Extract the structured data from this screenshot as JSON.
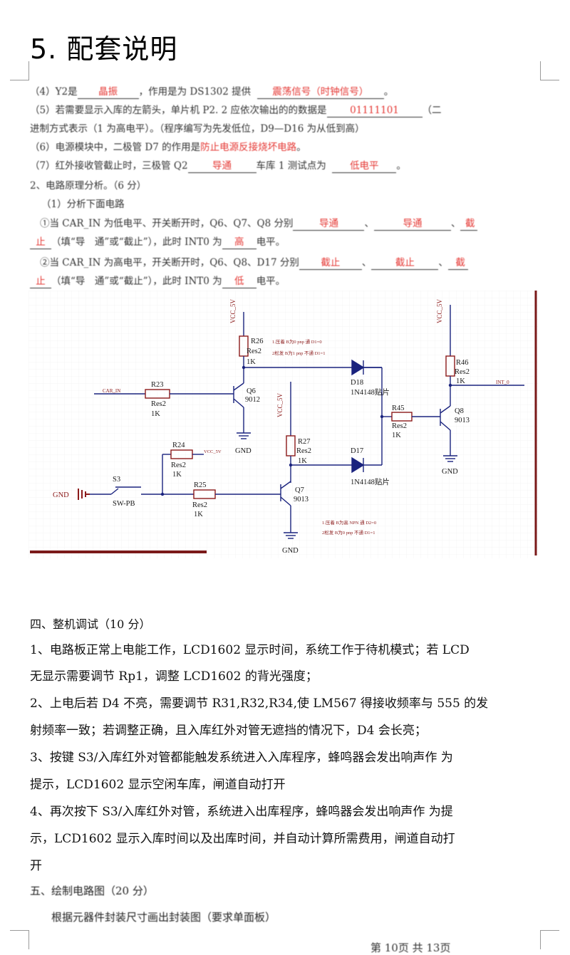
{
  "heading": "5. 配套说明",
  "q4": {
    "pre": "（4）Y2是",
    "ans1": "晶振",
    "mid": "，作用是为 DS1302 提供",
    "ans2": "震荡信号（时钟信号）",
    "end": "。"
  },
  "q5": {
    "pre": "（5）若需要显示入库的左箭头，单片机 P2. 2 应依次输出的的数据是",
    "ans": "01111101",
    "end": "（二",
    "line2": "进制方式表示（1 为高电平）。（程序编写为先发低位，D9—D16 为从低到高）"
  },
  "q6": {
    "pre": "（6）电源模块中，二极管 D7 的作用是",
    "ans": "防止电源反接烧坏电路",
    "end": "。"
  },
  "q7": {
    "pre": "（7）红外接收管截止时，三极管 Q2",
    "ans1": "导通",
    "mid": "车库 1 测试点为",
    "ans2": "低电平",
    "end": "。"
  },
  "s2": {
    "title": "2、电路原理分析。（6 分）",
    "sub": "（1）分析下面电路"
  },
  "c1": {
    "pre": "①当 CAR_IN 为低电平、开关断开时，Q6、Q7、Q8 分别",
    "a1": "导通",
    "a2": "导通",
    "a3a": "截",
    "sep": "、",
    "a3b": "止",
    "mid": "（填“导　通”或“截止”），此时 INT0 为",
    "a4": "高",
    "end": "电平。"
  },
  "c2": {
    "pre": "②当 CAR_IN 为高电平，开关断开时，Q6、Q8、D17 分别",
    "a1": "截止",
    "a2": "截止",
    "a3a": "截",
    "sep": "、",
    "a3b": "止",
    "mid": "（填“导　通”或“截止”），此时 INT0 为",
    "a4": "低",
    "end": "电平。"
  },
  "schematic": {
    "vcc1": "VCC_5V",
    "vcc2": "VCC_5V",
    "vcc3": "VCC_5V",
    "vcc4": "VCC_5V",
    "r26": "R26",
    "r26v": "Res2",
    "r26k": "1K",
    "note1a": "1.压着 B为0 pnp 通 D1=0",
    "note1b": "2松发 B为1 pnp 不通 D1=1",
    "carin": "CAR_IN",
    "r23": "R23",
    "r23v": "Res2",
    "r23k": "1K",
    "q6": "Q6",
    "q6v": "9012",
    "gnd1": "GND",
    "d18": "D18",
    "d18v": "1N4148贴片",
    "r46": "R46",
    "r46v": "Res2",
    "r46k": "1K",
    "int0": "INT_0",
    "r45": "R45",
    "r45v": "Res2",
    "r45k": "1K",
    "q8": "Q8",
    "q8v": "9013",
    "gnd2": "GND",
    "r27": "R27",
    "r27v": "Res2",
    "r27k": "1K",
    "d17": "D17",
    "d17v": "1N4148贴片",
    "r24": "R24",
    "r24v": "Res2",
    "r24k": "1K",
    "s3": "S3",
    "swpb": "SW-PB",
    "gndl": "GND",
    "r25": "R25",
    "r25v": "Res2",
    "r25k": "1K",
    "q7": "Q7",
    "q7v": "9013",
    "gnd3": "GND",
    "note2a": "1.压着 B为高 NPN 通 D2=0",
    "note2b": "2松发 B为0 pnp 不通 D1=1"
  },
  "s4": {
    "title": "四、整机调试（10 分）",
    "lines": [
      "1、电路板正常上电能工作，LCD1602 显示时间，系统工作于待机模式；若 LCD",
      "无显示需要调节 Rp1，调整 LCD1602 的背光强度；",
      "2、上电后若 D4 不亮，需要调节 R31,R32,R34,使 LM567 得接收频率与 555 的发",
      "射频率一致；若调整正确，且入库红外对管无遮挡的情况下，D4 会长亮；",
      "3、按键 S3/入库红外对管都能触发系统进入入库程序，蜂鸣器会发出响声作  为",
      "提示，LCD1602 显示空闲车库，闸道自动打开",
      "4、再次按下 S3/入库红外对管，系统进入出库程序，蜂鸣器会发出响声作  为提",
      "示，LCD1602 显示入库时间以及出库时间，并自动计算所需费用，闸道自动打",
      "开"
    ]
  },
  "s5": {
    "title": "五、绘制电路图（20 分）",
    "body": "根据元器件封装尺寸画出封装图（要求单面板）"
  },
  "footer": "第 10页 共 13页"
}
